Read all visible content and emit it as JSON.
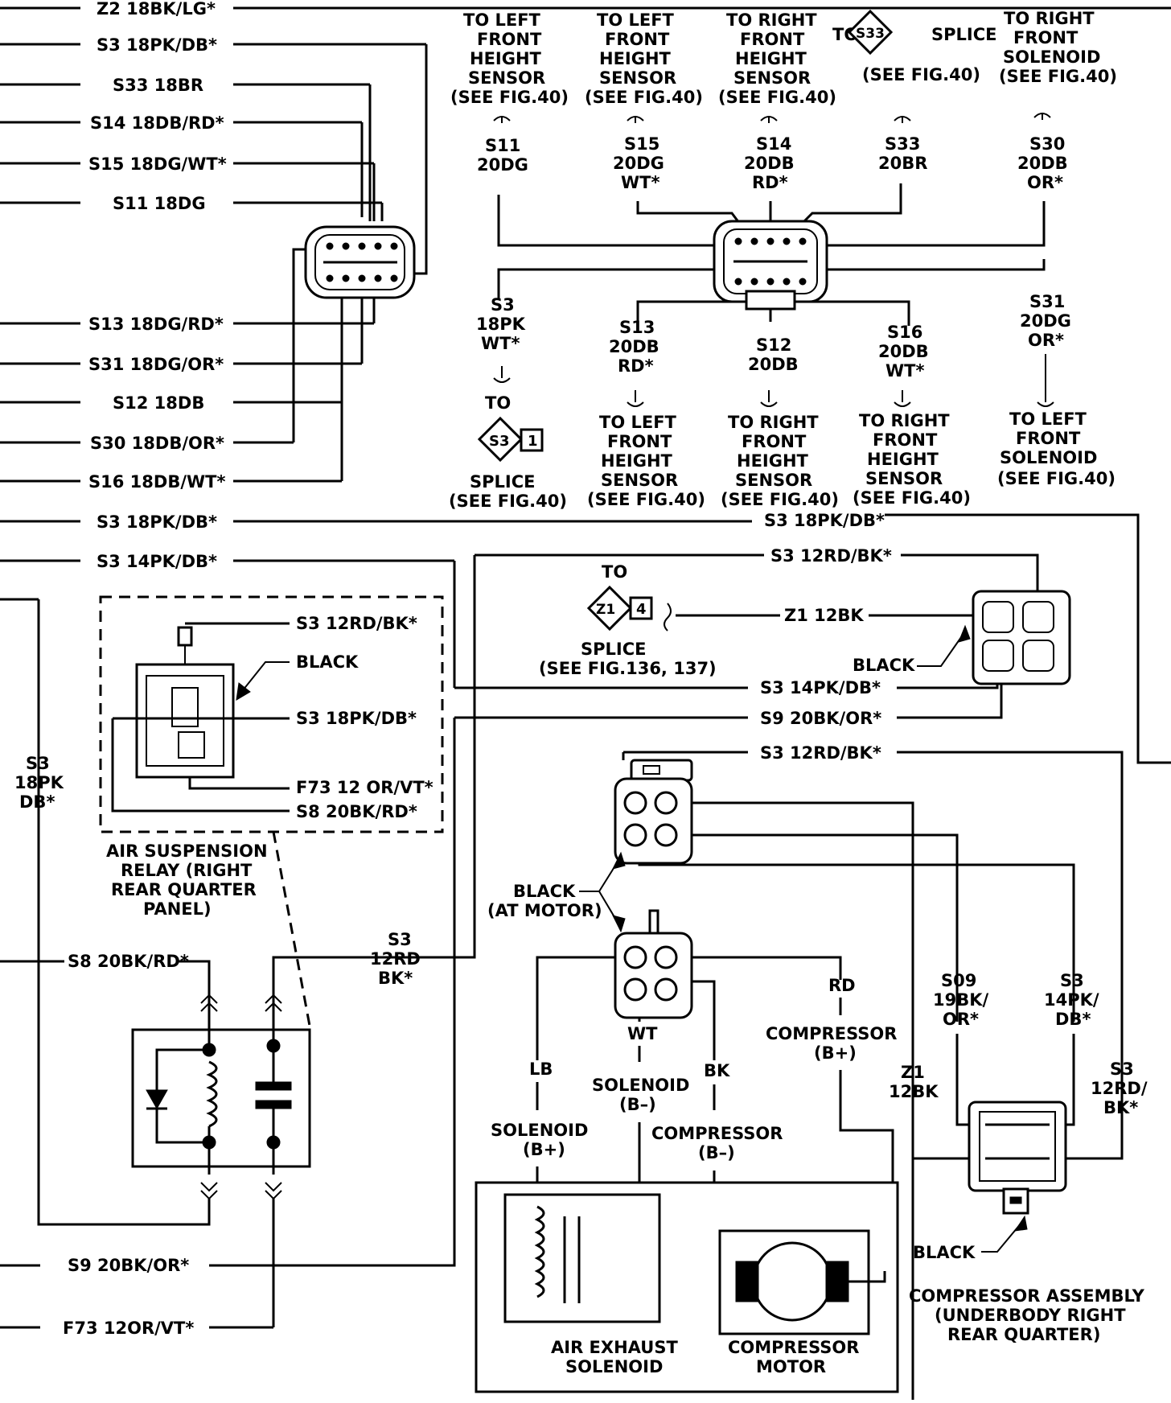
{
  "left_wires": [
    "Z2 18BK/LG*",
    "S3 18PK/DB*",
    "S33 18BR",
    "S14 18DB/RD*",
    "S15 18DG/WT*",
    "S11 18DG",
    "S13 18DG/RD*",
    "S31 18DG/OR*",
    "S12 18DB",
    "S30 18DB/OR*",
    "S16 18DB/WT*",
    "S3 18PK/DB*",
    "S3 14PK/DB*"
  ],
  "top_connector": {
    "destinations": [
      [
        "TO LEFT",
        "FRONT",
        "HEIGHT",
        "SENSOR",
        "(SEE FIG.40)"
      ],
      [
        "TO LEFT",
        "FRONT",
        "HEIGHT",
        "SENSOR",
        "(SEE FIG.40)"
      ],
      [
        "TO RIGHT",
        "FRONT",
        "HEIGHT",
        "SENSOR",
        "(SEE FIG.40)"
      ],
      [
        "(SEE FIG.40)"
      ],
      [
        "TO RIGHT",
        "FRONT",
        "SOLENOID",
        "(SEE FIG.40)"
      ]
    ],
    "splice_prefix": "TO",
    "splice_id": "S33",
    "splice_word": "SPLICE",
    "upper_wires": [
      [
        "S11",
        "20DG"
      ],
      [
        "S15",
        "20DG",
        "WT*"
      ],
      [
        "S14",
        "20DB",
        "RD*"
      ],
      [
        "S33",
        "20BR"
      ],
      [
        "S30",
        "20DB",
        "OR*"
      ]
    ],
    "lower_wires": [
      [
        "S3",
        "18PK",
        "WT*"
      ],
      [
        "S13",
        "20DB",
        "RD*"
      ],
      [
        "S12",
        "20DB"
      ],
      [
        "S16",
        "20DB",
        "WT*"
      ],
      [
        "S31",
        "20DG",
        "OR*"
      ]
    ],
    "lower_destinations": [
      [
        "TO LEFT",
        "FRONT",
        "HEIGHT",
        "SENSOR",
        "(SEE FIG.40)"
      ],
      [
        "TO RIGHT",
        "FRONT",
        "HEIGHT",
        "SENSOR",
        "(SEE FIG.40)"
      ],
      [
        "TO RIGHT",
        "FRONT",
        "HEIGHT",
        "SENSOR",
        "(SEE FIG.40)"
      ],
      [
        "TO LEFT",
        "FRONT",
        "SOLENOID",
        "(SEE FIG.40)"
      ]
    ],
    "s3_splice": {
      "to": "TO",
      "id": "S3",
      "pin": "1",
      "label": "SPLICE",
      "ref": "(SEE FIG.40)"
    }
  },
  "middle": {
    "s3_18pk_db": "S3 18PK/DB*",
    "s3_12rd_bk": "S3 12RD/BK*",
    "z1_splice": {
      "to": "TO",
      "id": "Z1",
      "pin": "4",
      "label": "SPLICE",
      "ref": "(SEE FIG.136, 137)"
    },
    "z1_wire": "Z1 12BK",
    "black": "BLACK",
    "s3_14pk_db": "S3 14PK/DB*",
    "s9_20bk_or": "S9 20BK/OR*",
    "s3_12rd_bk_2": "S3 12RD/BK*"
  },
  "relay": {
    "wires": [
      "S3 12RD/BK*",
      "BLACK",
      "S3 18PK/DB*",
      "F73 12 OR/VT*",
      "S8 20BK/RD*"
    ],
    "title": [
      "AIR SUSPENSION",
      "RELAY (RIGHT",
      "REAR QUARTER",
      "PANEL)"
    ],
    "left_vertical": [
      "S3",
      "18PK",
      "DB*"
    ],
    "s8": "S8 20BK/RD*",
    "s3_12rd": [
      "S3",
      "12RD",
      "BK*"
    ],
    "s9": "S9 20BK/OR*",
    "f73": "F73 12OR/VT*"
  },
  "motor": {
    "black_at_motor": [
      "BLACK",
      "(AT MOTOR)"
    ],
    "pins": [
      "LB",
      "WT",
      "BK",
      "RD"
    ],
    "sol_minus": [
      "SOLENOID",
      "(B–)"
    ],
    "sol_plus": [
      "SOLENOID",
      "(B+)"
    ],
    "comp_minus": [
      "COMPRESSOR",
      "(B–)"
    ],
    "comp_plus": [
      "COMPRESSOR",
      "(B+)"
    ],
    "air_exhaust": [
      "AIR EXHAUST",
      "SOLENOID"
    ],
    "comp_motor": [
      "COMPRESSOR",
      "MOTOR"
    ]
  },
  "compressor": {
    "wires": [
      [
        "Z1",
        "12BK"
      ],
      [
        "S09",
        "19BK/",
        "OR*"
      ],
      [
        "S3",
        "14PK/",
        "DB*"
      ],
      [
        "S3",
        "12RD/",
        "BK*"
      ]
    ],
    "black": "BLACK",
    "title": [
      "COMPRESSOR ASSEMBLY",
      "(UNDERBODY RIGHT",
      "REAR QUARTER)"
    ]
  },
  "colors": {
    "ink": "#000000",
    "paper": "#ffffff"
  }
}
